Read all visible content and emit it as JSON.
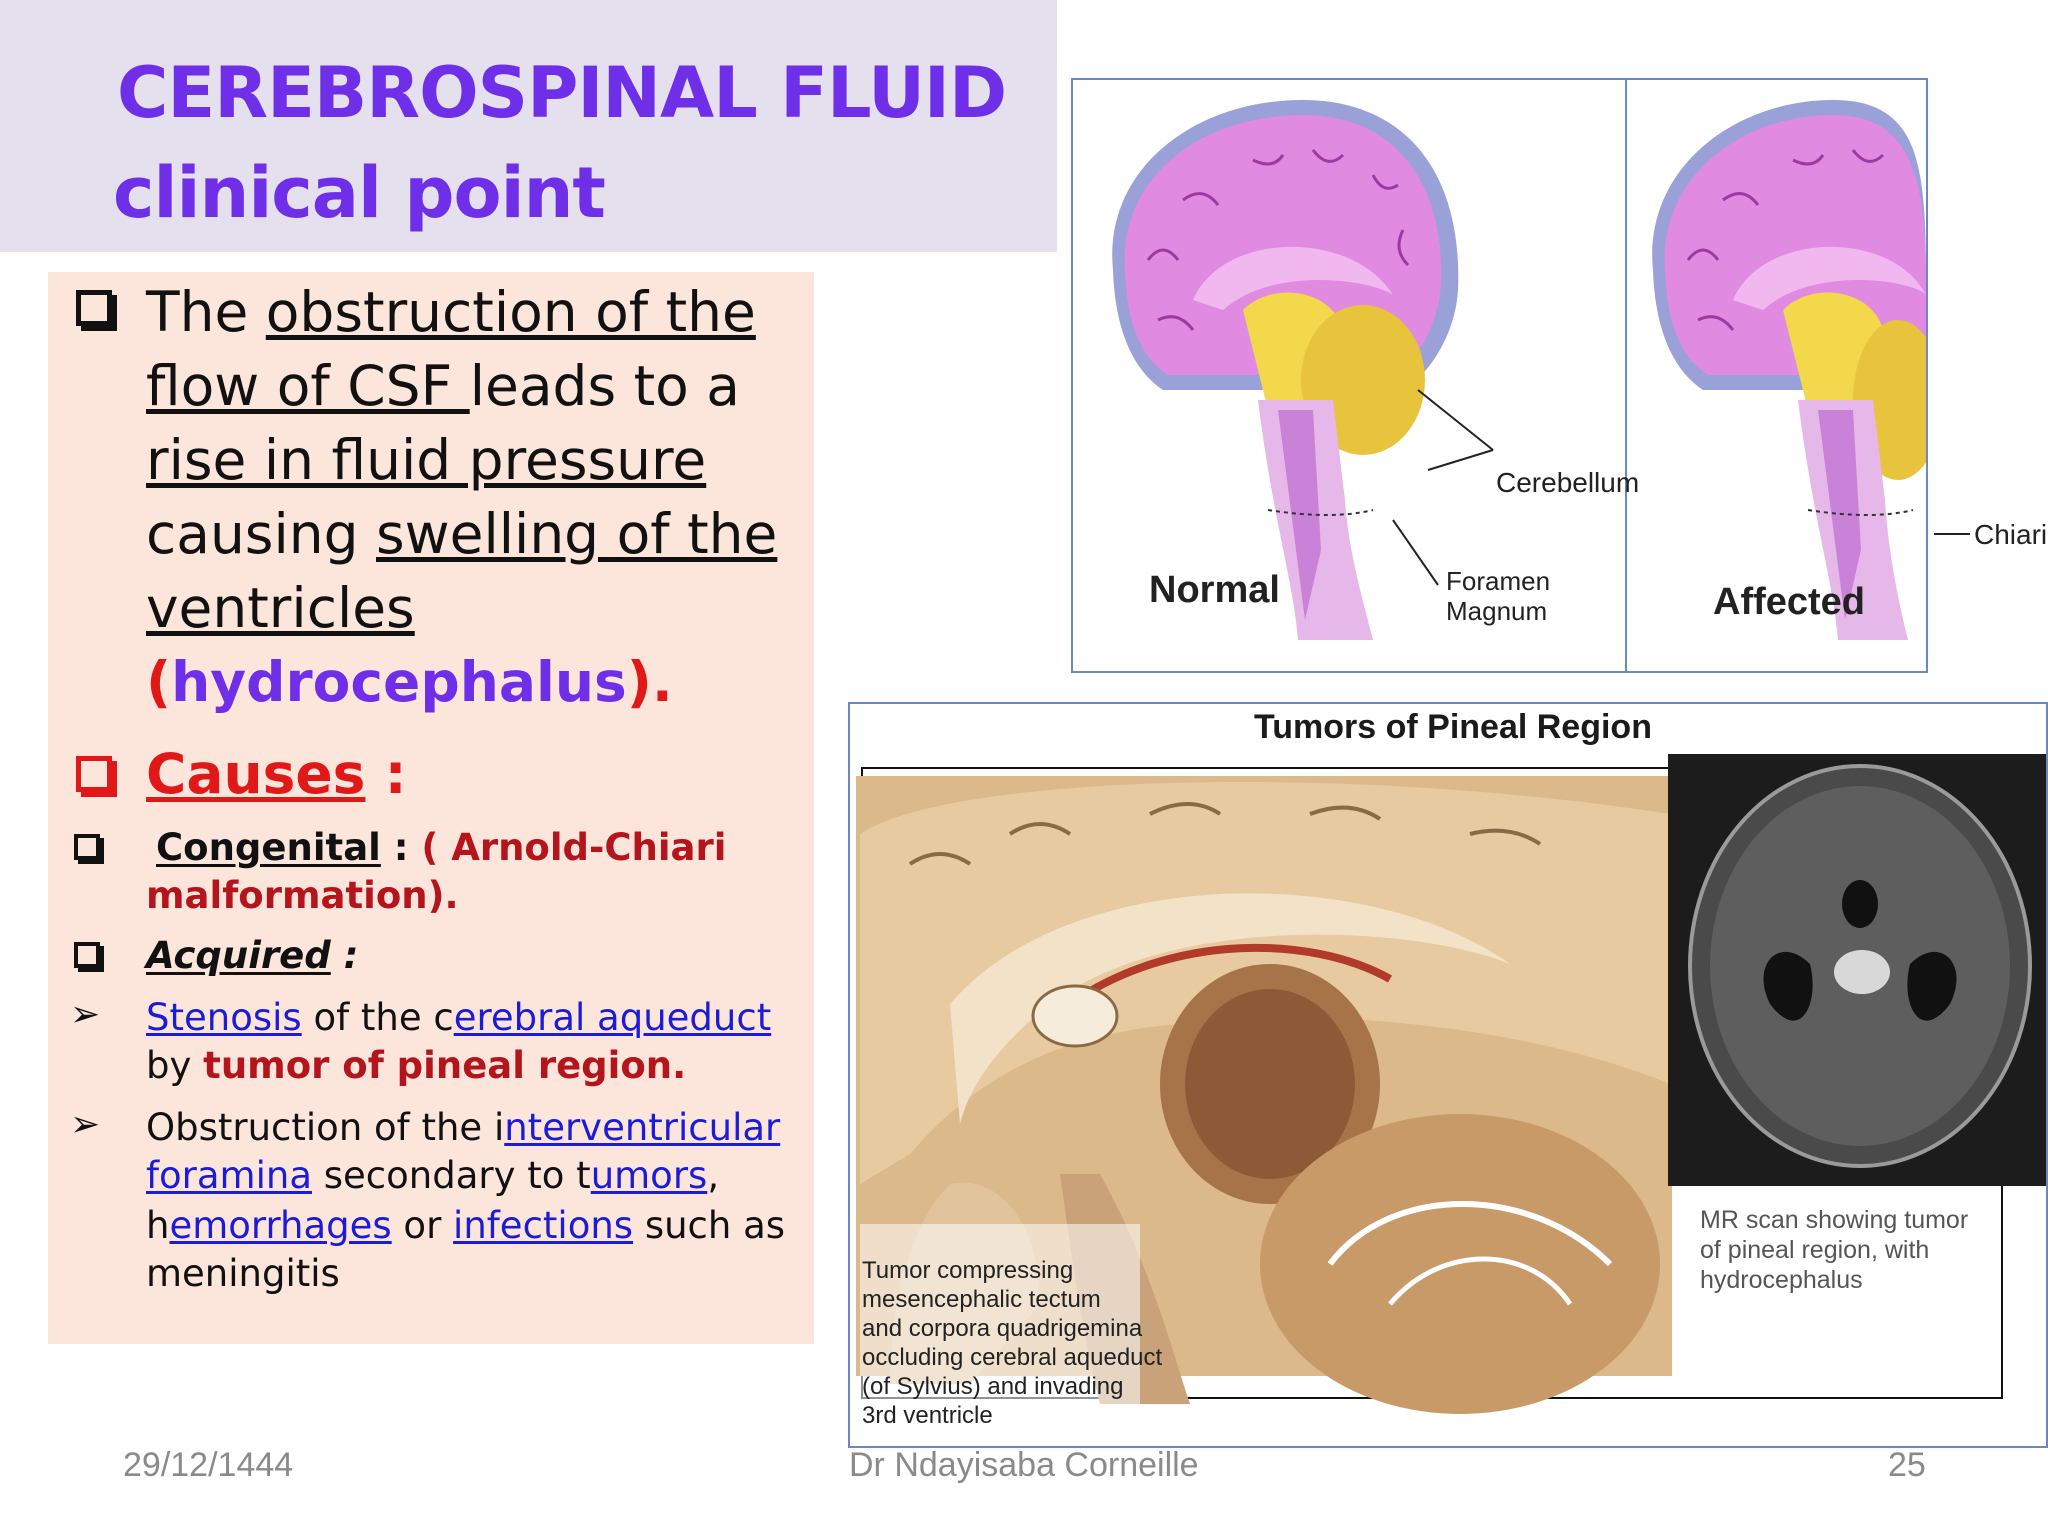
{
  "header": {
    "title": "CEREBROSPINAL FLUID",
    "subtitle": "clinical point"
  },
  "body": {
    "para1": {
      "w1": "The ",
      "w2": "obstruction of the",
      "w3": "flow of CSF ",
      "w4": "leads to a",
      "w5": "rise in fluid pressure",
      "w6": "causing ",
      "w7": "swelling of the",
      "w8": "ventricles",
      "w9": "(",
      "w10": "hydrocephalus",
      "w11": ")."
    },
    "causes": {
      "label": "Causes",
      "colon": " :"
    },
    "congenital": {
      "label": "Congenital",
      "colon": " : ",
      "detail1": "( Arnold-Chiari",
      "detail2": "malformation)."
    },
    "acquired": {
      "label": "Acquired",
      "colon": "  :"
    },
    "bullet1": {
      "a": "Stenosis",
      "b": " of the c",
      "c": "erebral aqueduct",
      "d": "by ",
      "e": "tumor of pineal region."
    },
    "bullet2": {
      "a": "Obstruction of the i",
      "b": "nterventricular",
      "c": "foramina",
      "d": " secondary to t",
      "e": "umors",
      "f": ",",
      "g": "h",
      "h": "emorrhages",
      "i": " or ",
      "j": "infections",
      "k": " such as",
      "l": "meningitis"
    }
  },
  "figure_top": {
    "normal_label": "Normal",
    "affected_label": "Affected",
    "cerebellum_label": "Cerebellum",
    "foramen_label_1": "Foramen",
    "foramen_label_2": "Magnum",
    "chiari_label": "Chiari"
  },
  "figure_bottom": {
    "title": "Tumors of Pineal Region",
    "caption_left": [
      "Tumor compressing",
      "mesencephalic tectum",
      "and corpora quadrigemina",
      "occluding cerebral aqueduct",
      "(of Sylvius) and invading",
      "3rd ventricle"
    ],
    "caption_right": [
      "MR scan showing tumor",
      "of pineal region, with",
      "hydrocephalus"
    ]
  },
  "footer": {
    "date": "29/12/1444",
    "author": "Dr Ndayisaba Corneille",
    "page": "25"
  },
  "colors": {
    "title": "#6f2fe8",
    "box_bg": "#fce6dc",
    "red": "#e01818",
    "dark_red": "#b4141c",
    "link": "#1c1cd8"
  }
}
